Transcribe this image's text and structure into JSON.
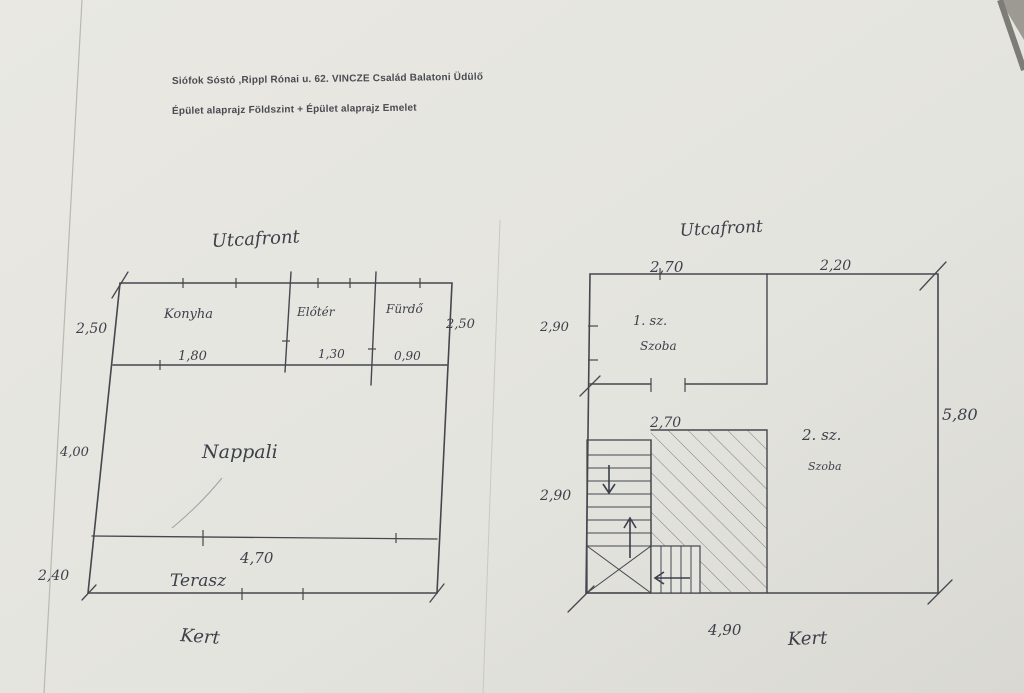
{
  "header": {
    "line1": "Siófok Sóstó ,Rippl Rónai u. 62. VINCZE Család Balatoni Üdülő",
    "line2": "Épület alaprajz Földszint  +  Épület alaprajz Emelet"
  },
  "ground_floor": {
    "street_label": "Utcafront",
    "garden_label": "Kert",
    "rooms": {
      "kitchen": "Konyha",
      "hall": "Előtér",
      "bath": "Fürdő",
      "living": "Nappali",
      "terrace": "Terasz"
    },
    "dims": {
      "left_top": "2,50",
      "right_top": "2,50",
      "kitchen_w": "1,80",
      "hall_w": "1,30",
      "bath_w": "0,90",
      "living_h": "4,00",
      "terrace_h": "2,40",
      "total_w": "4,70"
    }
  },
  "upper_floor": {
    "street_label": "Utcafront",
    "garden_label": "Kert",
    "rooms": {
      "room1_num": "1. sz.",
      "room1_name": "Szoba",
      "room2_num": "2. sz.",
      "room2_name": "Szoba"
    },
    "dims": {
      "top_left": "2,70",
      "top_right": "2,20",
      "room1_h": "2,90",
      "right_h": "5,80",
      "void_w": "2,70",
      "stair_h": "2,90",
      "total_w": "4,90"
    }
  },
  "colors": {
    "paper": "#e6e6e0",
    "ink": "#45474f",
    "print": "#4a4a52"
  }
}
